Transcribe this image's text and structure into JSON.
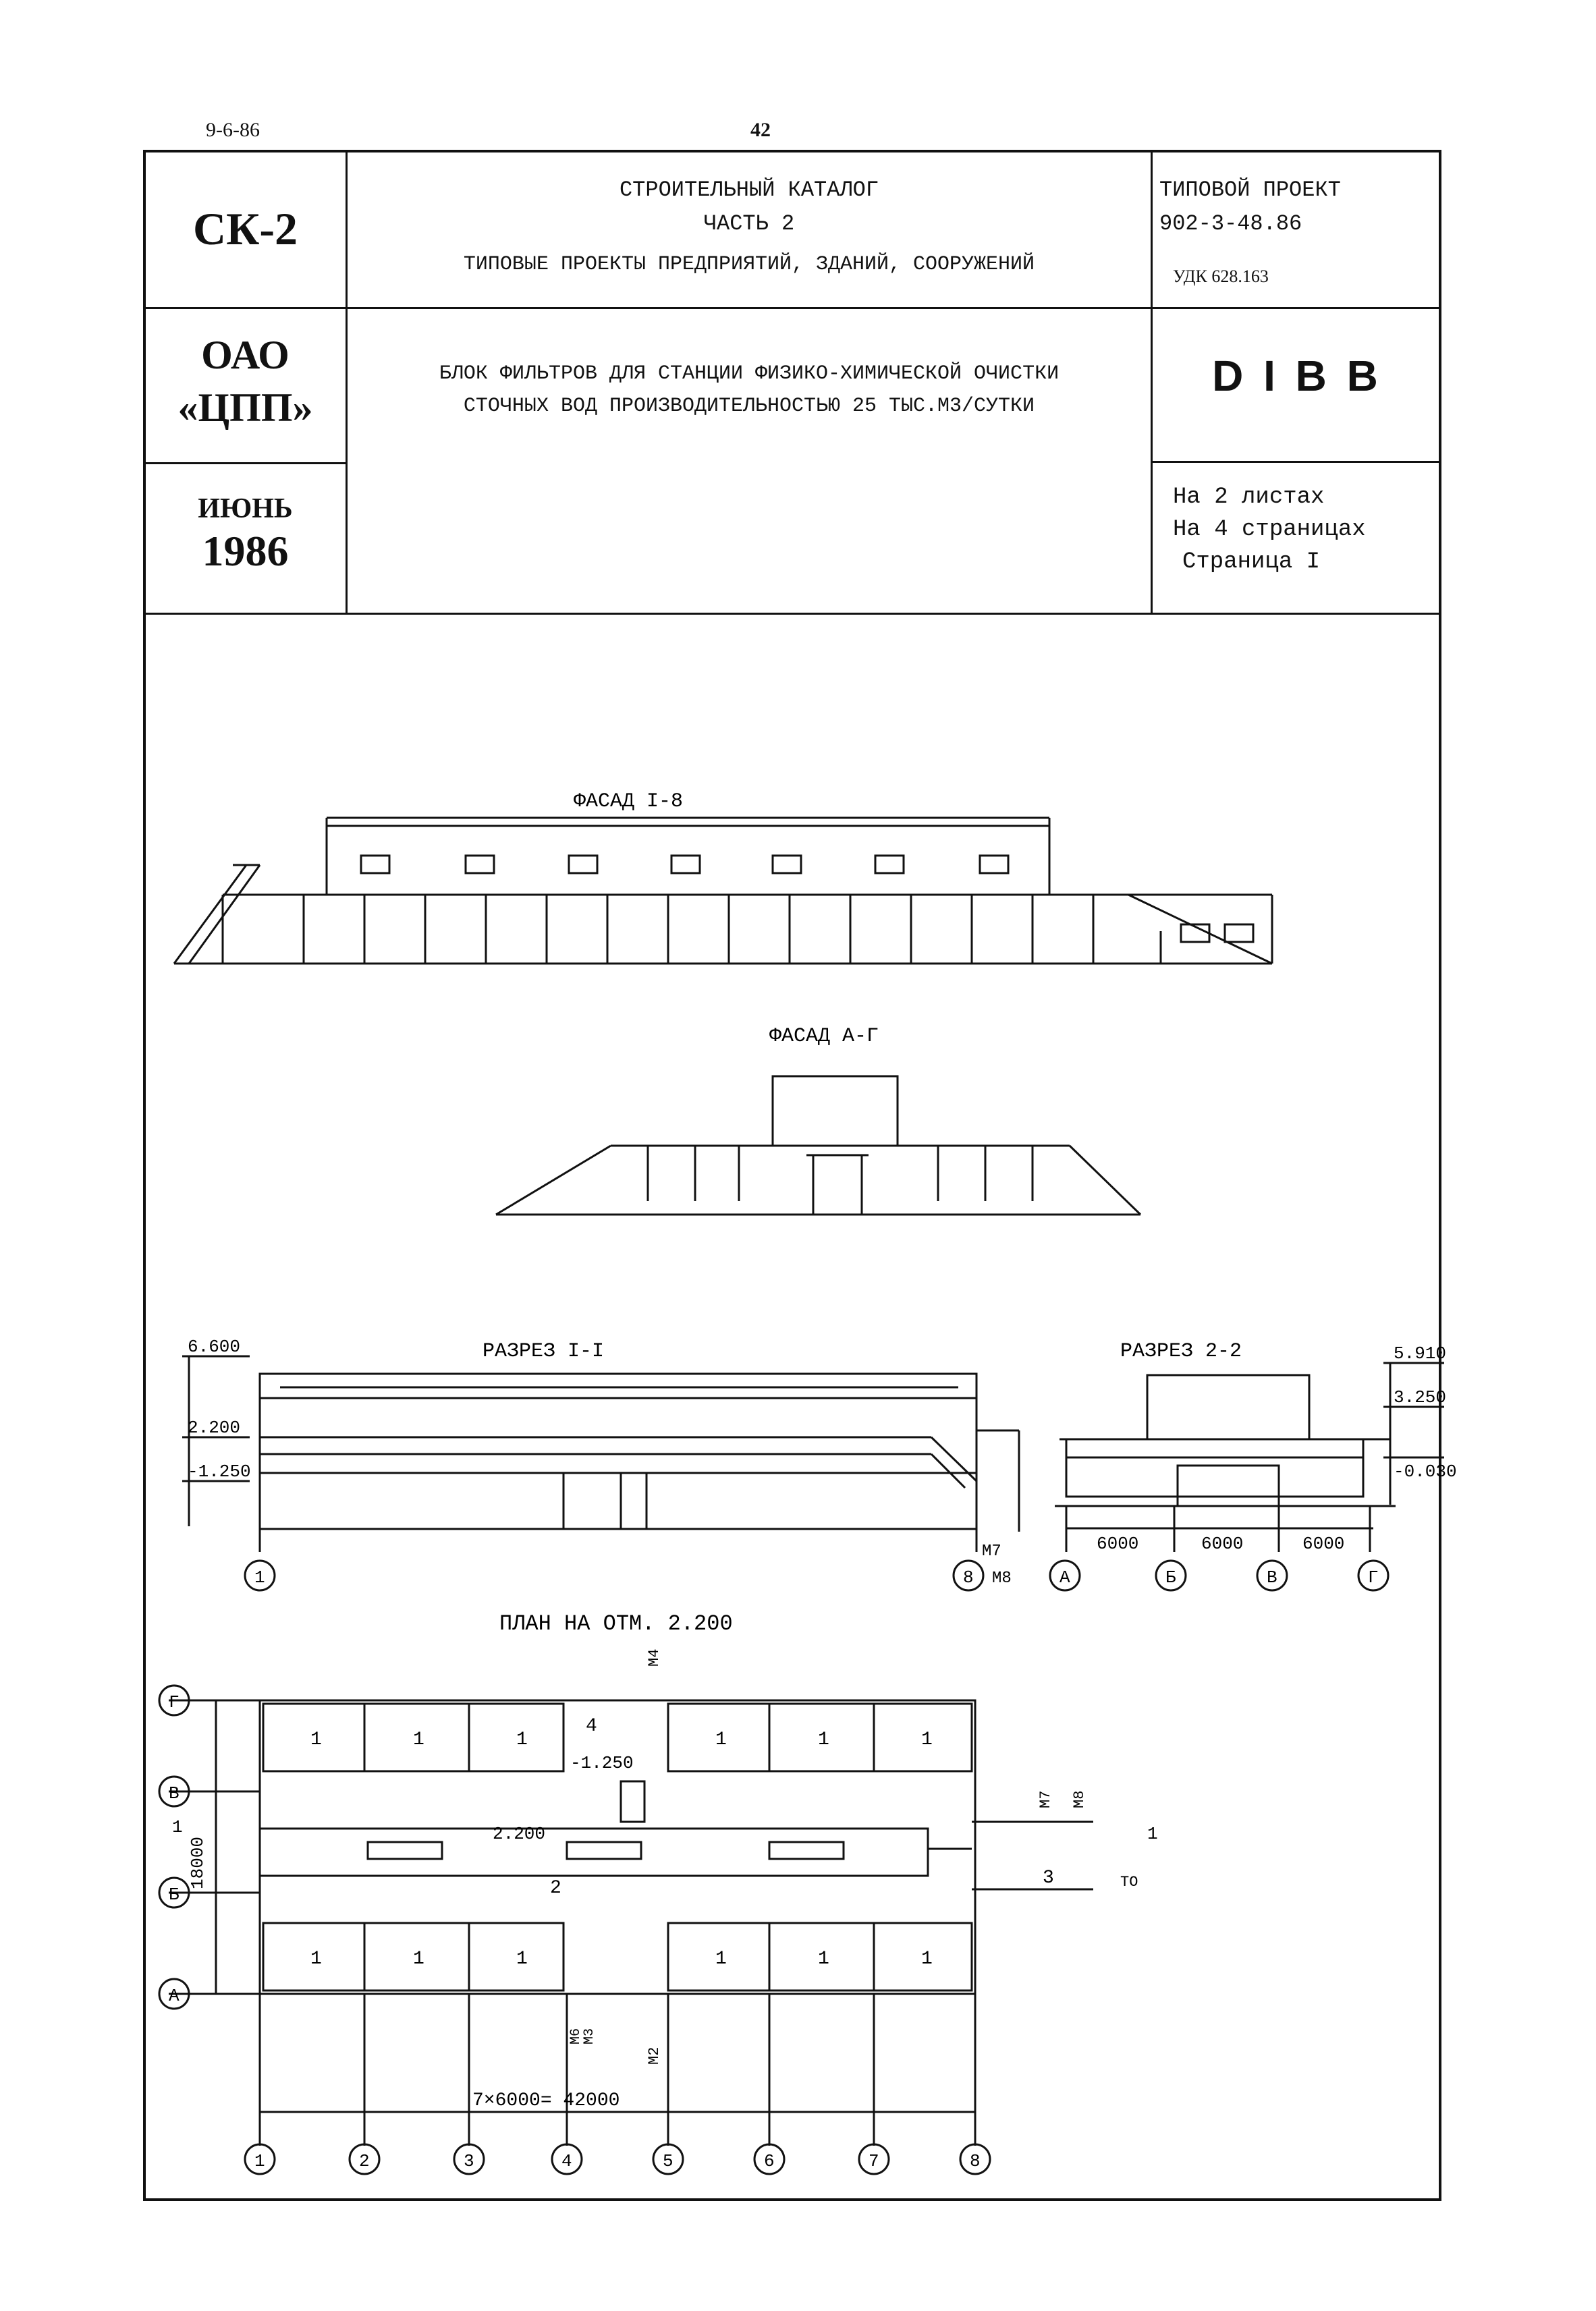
{
  "page": {
    "date_code": "9-6-86",
    "page_number": "42"
  },
  "header": {
    "catalog_code": "СК-2",
    "org_line1": "ОАО",
    "org_line2": "«ЦПП»",
    "month": "ИЮНЬ",
    "year": "1986",
    "catalog_title": "СТРОИТЕЛЬНЫЙ КАТАЛОГ",
    "catalog_part": "ЧАСТЬ 2",
    "catalog_subtitle": "ТИПОВЫЕ ПРОЕКТЫ ПРЕДПРИЯТИЙ, ЗДАНИЙ, СООРУЖЕНИЙ",
    "project_label": "ТИПОВОЙ ПРОЕКТ",
    "project_number": "902-3-48.86",
    "udk": "УДК 628.163",
    "description_line1": "БЛОК ФИЛЬТРОВ ДЛЯ СТАНЦИИ ФИЗИКО-ХИМИЧЕСКОЙ ОЧИСТКИ",
    "description_line2": "СТОЧНЫХ ВОД ПРОИЗВОДИТЕЛЬНОСТЬЮ 25 ТЫС.М3/СУТКИ",
    "code": "D I B B",
    "sheets": "На 2 листах",
    "pages": "На 4 страницах",
    "current_page": "Страница I"
  },
  "drawings": {
    "facade1_title": "ФАСАД I-8",
    "facade2_title": "ФАСАД А-Г",
    "section1_title": "РАЗРЕЗ I-I",
    "section2_title": "РАЗРЕЗ 2-2",
    "plan_title": "ПЛАН НА ОТМ. 2.200",
    "levels1": [
      "6.600",
      "2.200",
      "-1.250"
    ],
    "levels2": [
      "5.910",
      "3.250",
      "-0.030"
    ],
    "section2_dims": [
      "6000",
      "6000",
      "6000"
    ],
    "section2_axes": [
      "А",
      "Б",
      "В",
      "Г"
    ],
    "section1_axes": [
      "1",
      "8"
    ],
    "section1_marks": [
      "М7",
      "М8"
    ],
    "plan_axes_x": [
      "1",
      "2",
      "3",
      "4",
      "5",
      "6",
      "7",
      "8"
    ],
    "plan_axes_y": [
      "Г",
      "В",
      "Б",
      "А"
    ],
    "plan_dim_total": "7×6000= 42000",
    "plan_dim_side": "18000",
    "plan_levels": [
      "-1.250",
      "2.200"
    ],
    "plan_room_mark": "1",
    "plan_labels": [
      "4",
      "2",
      "3",
      "1",
      "1"
    ],
    "plan_marks": [
      "М4",
      "М7",
      "М8",
      "М2",
      "М6",
      "М3",
      "ТО"
    ]
  }
}
